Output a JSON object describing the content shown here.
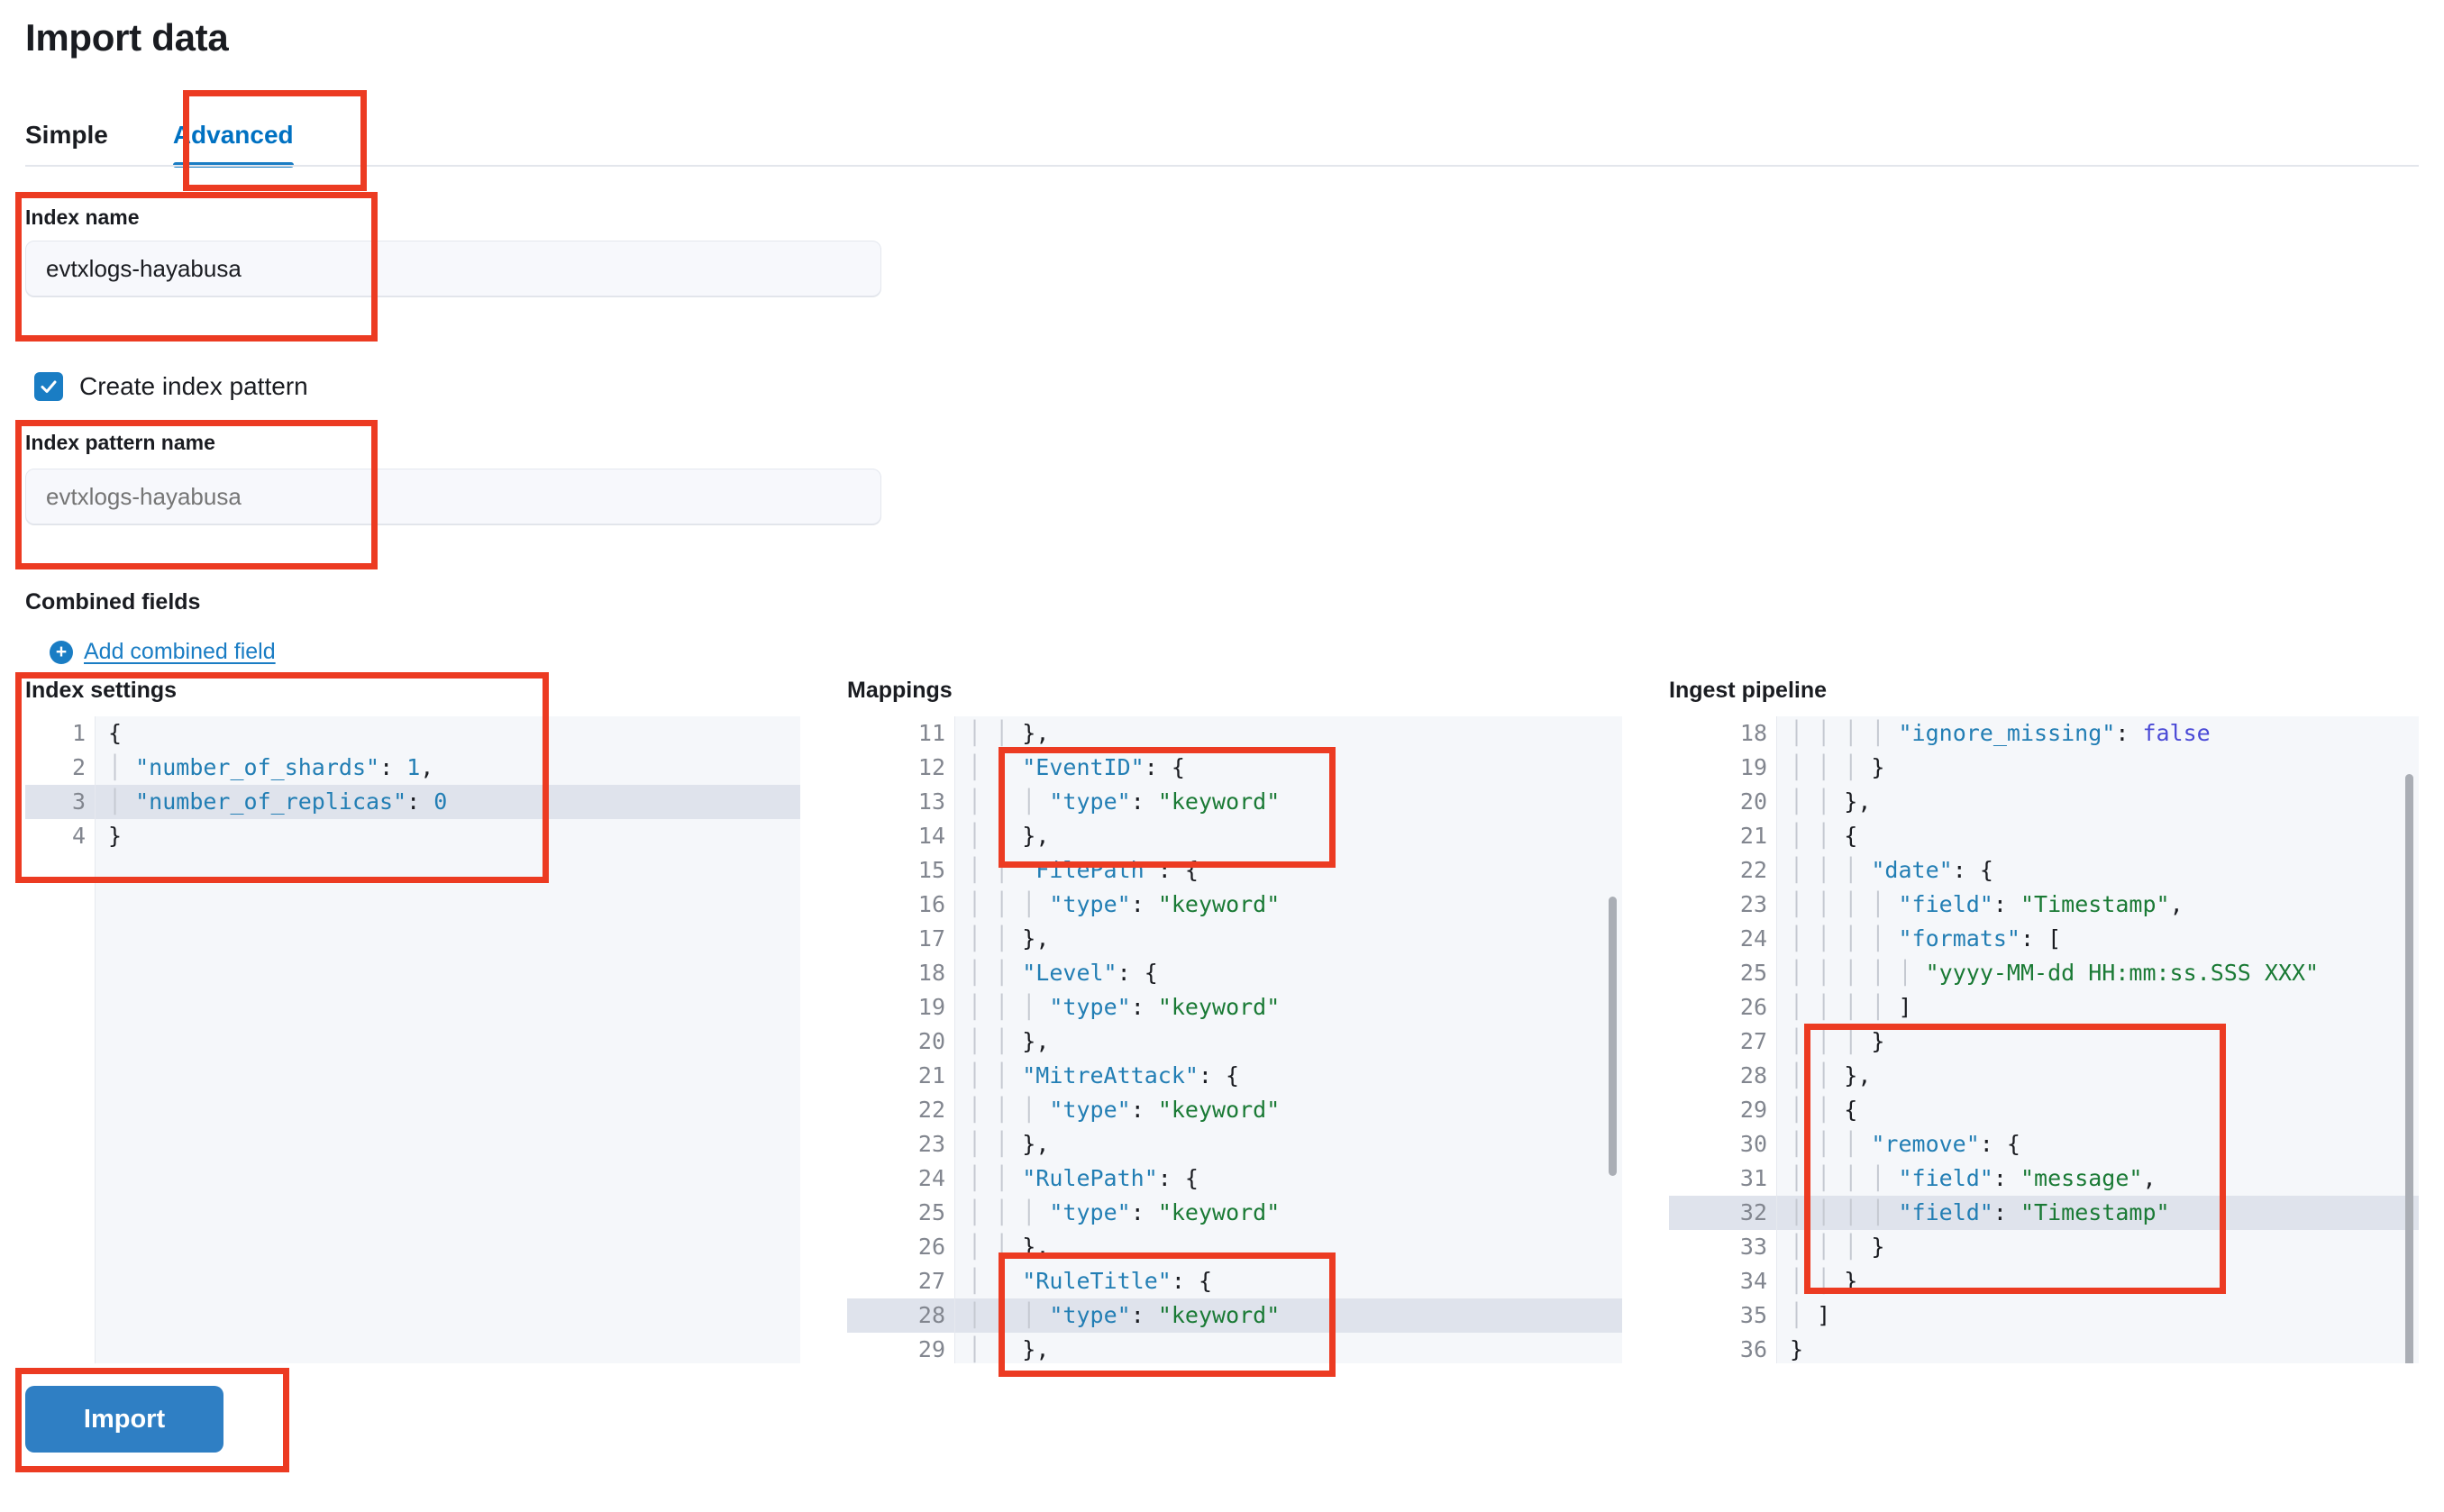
{
  "page": {
    "title": "Import data"
  },
  "tabs": [
    {
      "label": "Simple",
      "active": false
    },
    {
      "label": "Advanced",
      "active": true
    }
  ],
  "form": {
    "index_name": {
      "label": "Index name",
      "value": "evtxlogs-hayabusa"
    },
    "create_index_pattern": {
      "label": "Create index pattern",
      "checked": true
    },
    "index_pattern_name": {
      "label": "Index pattern name",
      "placeholder": "evtxlogs-hayabusa",
      "value": ""
    },
    "combined_fields": {
      "label": "Combined fields",
      "add_label": "Add combined field"
    }
  },
  "editors": {
    "index_settings": {
      "title": "Index settings",
      "first_line_number": 1,
      "highlighted_line": 3,
      "folded_lines": [
        1
      ],
      "lines": [
        "{",
        "  \"number_of_shards\": 1,",
        "  \"number_of_replicas\": 0",
        "}"
      ]
    },
    "mappings": {
      "title": "Mappings",
      "first_line_number": 11,
      "highlighted_line": 28,
      "folded_lines": [
        12,
        15,
        18,
        21,
        24,
        27
      ],
      "lines": [
        "    },",
        "    \"EventID\": {",
        "      \"type\": \"keyword\"",
        "    },",
        "    \"FilePath\": {",
        "      \"type\": \"keyword\"",
        "    },",
        "    \"Level\": {",
        "      \"type\": \"keyword\"",
        "    },",
        "    \"MitreAttack\": {",
        "      \"type\": \"keyword\"",
        "    },",
        "    \"RulePath\": {",
        "      \"type\": \"keyword\"",
        "    },",
        "    \"RuleTitle\": {",
        "      \"type\": \"keyword\"",
        "    },"
      ]
    },
    "ingest_pipeline": {
      "title": "Ingest pipeline",
      "first_line_number": 18,
      "highlighted_line": 32,
      "folded_lines": [
        21,
        22,
        24,
        29,
        30
      ],
      "lines": [
        "        \"ignore_missing\": false",
        "      }",
        "    },",
        "    {",
        "      \"date\": {",
        "        \"field\": \"Timestamp\",",
        "        \"formats\": [",
        "          \"yyyy-MM-dd HH:mm:ss.SSS XXX\"",
        "        ]",
        "      }",
        "    },",
        "    {",
        "      \"remove\": {",
        "        \"field\": \"message\",",
        "        \"field\": \"Timestamp\"",
        "      }",
        "    }",
        "  ]",
        "}"
      ]
    }
  },
  "actions": {
    "import_label": "Import"
  },
  "colors": {
    "accent": "#1a7dc4",
    "primary_button": "#2f7fc4",
    "annotation": "#ec3b22",
    "json_key": "#227eb4",
    "json_string": "#1a7a35",
    "json_boolean": "#4a49d6"
  }
}
